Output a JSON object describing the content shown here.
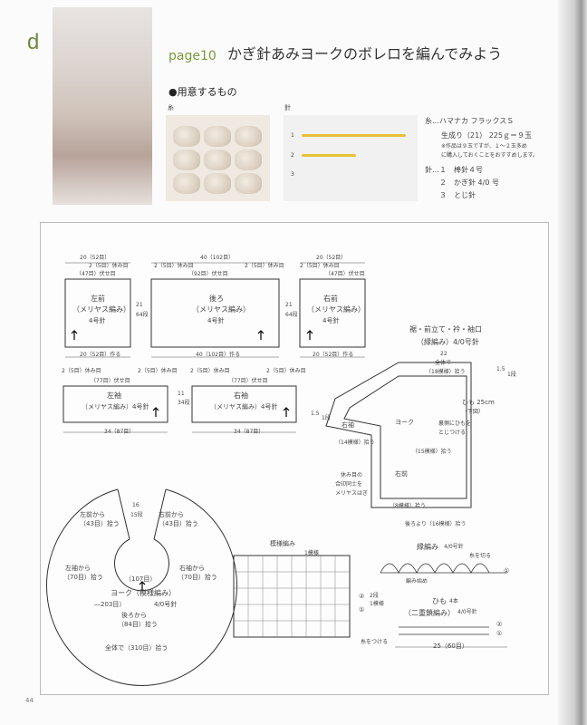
{
  "header": {
    "letter": "d",
    "page_label": "page10",
    "title": "かぎ針あみヨークのボレロを編んでみよう",
    "section_title": "●用意するもの",
    "yarn_label": "糸",
    "needle_label": "針"
  },
  "materials": {
    "line1": "糸…ハマナカ フラックスＳ",
    "line2": "生成り（21） 225ｇ＝９玉",
    "note1": "※作品は９玉ですが、１～２玉多め",
    "note2": "に購入しておくことをおすすめします。",
    "needle1": "針…１　棒針４号",
    "needle2": "２　かぎ針 4/0 号",
    "needle3": "３　とじ針"
  },
  "needle_numbers": [
    "1",
    "2",
    "3"
  ],
  "pieces": {
    "left_front": {
      "name": "左前",
      "method": "（メリヤス編み）",
      "needle": "4号針",
      "top": "20（52目）",
      "rest": "2（5目）休み目",
      "bind": "（47目）伏せ目",
      "bottom": "20（52目）作る",
      "side": "21",
      "side2": "64段"
    },
    "back": {
      "name": "後ろ",
      "method": "（メリヤス編み）",
      "needle": "4号針",
      "top": "40（102目）",
      "rest_l": "2（5目）休み目",
      "rest_r": "2（5目）休み目",
      "bind": "（92目）伏せ目",
      "bottom": "40（102目）作る"
    },
    "right_front": {
      "name": "右前",
      "method": "（メリヤス編み）",
      "needle": "4号針",
      "top": "20（52目）",
      "rest": "2（5目）休み目",
      "bind": "（47目）伏せ目",
      "bottom": "20（52目）作る",
      "side": "21",
      "side2": "64段"
    },
    "left_sleeve": {
      "name": "左袖",
      "method": "（メリヤス編み）4号針",
      "rest_l": "2（5目）休み目",
      "rest_r": "2（5目）休み目",
      "bind": "（77目）伏せ目",
      "bottom": "34（87目）"
    },
    "right_sleeve": {
      "name": "右袖",
      "method": "（メリヤス編み）4号針",
      "rest_l": "2（5目）休み目",
      "rest_r": "2（5目）休み目",
      "bind": "（77目）伏せ目",
      "bottom": "34（87目）",
      "side": "11",
      "side2": "34段"
    }
  },
  "yoke": {
    "left_front": "左前から",
    "left_front_n": "（43目）拾う",
    "right_front": "右前から",
    "right_front_n": "（43目）拾う",
    "left_sleeve": "左袖から",
    "left_sleeve_n": "（70目）拾う",
    "right_sleeve": "右袖から",
    "right_sleeve_n": "（70目）拾う",
    "back": "後ろから",
    "back_n": "（84目）拾う",
    "inner": "（107目）",
    "outer": "―203目）",
    "name": "ヨーク（模様編み）",
    "needle": "4/0号針",
    "total": "全体で（310目）拾う",
    "depth": "16",
    "depth2": "15段"
  },
  "assembly": {
    "title1": "裾・前立て・衿・袖口",
    "title2": "（縁編み）4/0号針",
    "width": "22",
    "whole": "全体で",
    "whole_n": "（18模様）拾う",
    "neck": "1.5",
    "neck2": "1段",
    "tie": "ひも 25cm",
    "tie2": "（下図）",
    "tie_note1": "裏側にひもを",
    "tie_note2": "とじつける",
    "front_pick": "（15模様）拾う",
    "sleeve": "右袖",
    "yoke": "ヨーク",
    "front": "右前",
    "sleeve_pick": "（14模様）拾う",
    "join1": "休み目の",
    "join2": "合印同士を",
    "join3": "メリヤスはぎ",
    "hem_pick": "（8模様）拾う",
    "back_pick": "後ろより（16模様）拾う",
    "side": "1.5",
    "side2": "1段"
  },
  "pattern": {
    "title": "模様編み",
    "repeat": "1模様",
    "start": "糸をつける",
    "row2": "②",
    "row1": "①",
    "rows": "2段",
    "rows2": "1模様"
  },
  "edging": {
    "title": "縁編み",
    "needle": "4/0号針",
    "cut": "糸を切る",
    "start": "編み始め",
    "row": "①"
  },
  "cord": {
    "title": "ひも",
    "count": "4本",
    "method": "（二重鎖編み）",
    "needle": "4/0号針",
    "length": "25（60目）",
    "row2": "②",
    "row1": "①"
  },
  "page_number": "44"
}
